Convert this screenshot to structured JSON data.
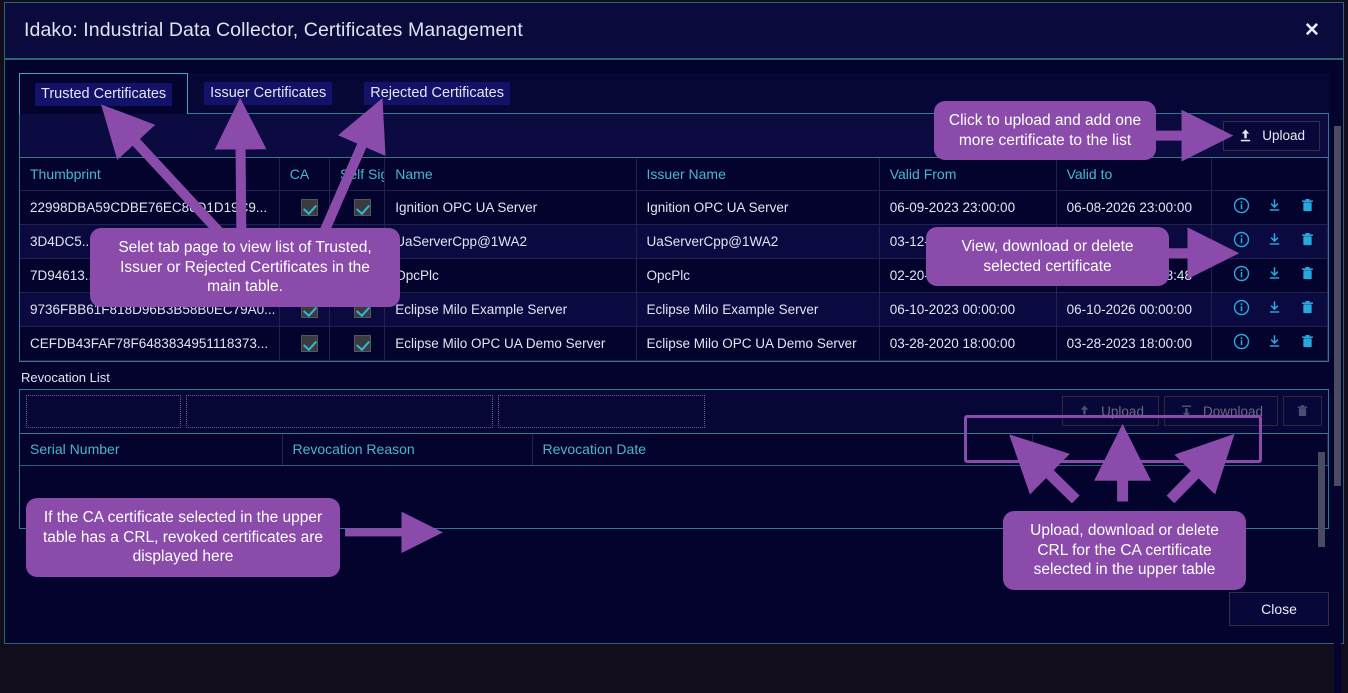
{
  "window": {
    "title": "Idako: Industrial Data Collector, Certificates Management",
    "close_icon": "close-icon"
  },
  "tabs": [
    {
      "label": "Trusted Certificates",
      "active": true
    },
    {
      "label": "Issuer Certificates",
      "active": false
    },
    {
      "label": "Rejected Certificates",
      "active": false
    }
  ],
  "toolbar": {
    "upload_label": "Upload",
    "upload_icon": "upload-icon"
  },
  "grid": {
    "columns": [
      "Thumbprint",
      "CA",
      "Self Sig",
      "Name",
      "Issuer Name",
      "Valid From",
      "Valid to",
      ""
    ],
    "rows": [
      {
        "thumbprint": "22998DBA59CDBE76EC86D1D19C9...",
        "ca": true,
        "self_signed": true,
        "name": "Ignition OPC UA Server",
        "issuer_name": "Ignition OPC UA Server",
        "valid_from": "06-09-2023 23:00:00",
        "valid_to": "06-08-2026 23:00:00"
      },
      {
        "thumbprint": "3D4DC5...",
        "ca": true,
        "self_signed": true,
        "name": "UaServerCpp@1WA2",
        "issuer_name": "UaServerCpp@1WA2",
        "valid_from": "03-12-2...",
        "valid_to": ""
      },
      {
        "thumbprint": "7D94613...",
        "ca": true,
        "self_signed": true,
        "name": "OpcPlc",
        "issuer_name": "OpcPlc",
        "valid_from": "02-20-2021 18:58:48",
        "valid_to": "02-20-2022 18:58:48"
      },
      {
        "thumbprint": "9736FBB61F818D96B3B58B0EC79A0...",
        "ca": true,
        "self_signed": true,
        "name": "Eclipse Milo Example Server",
        "issuer_name": "Eclipse Milo Example Server",
        "valid_from": "06-10-2023 00:00:00",
        "valid_to": "06-10-2026 00:00:00"
      },
      {
        "thumbprint": "CEFDB43FAF78F6483834951118373...",
        "ca": true,
        "self_signed": true,
        "name": "Eclipse Milo OPC UA Demo Server",
        "issuer_name": "Eclipse Milo OPC UA Demo Server",
        "valid_from": "03-28-2020 18:00:00",
        "valid_to": "03-28-2023 18:00:00"
      }
    ],
    "row_action_icons": [
      "info-icon",
      "download-icon",
      "delete-icon"
    ]
  },
  "revocation": {
    "section_label": "Revocation List",
    "filters": [
      {
        "name": "serial-number-filter",
        "value": "",
        "placeholder": ""
      },
      {
        "name": "revocation-reason-filter",
        "value": "",
        "placeholder": ""
      },
      {
        "name": "revocation-date-filter",
        "value": "",
        "placeholder": ""
      }
    ],
    "buttons": {
      "upload_label": "Upload",
      "download_label": "Download",
      "delete_icon": "delete-icon",
      "disabled": true
    },
    "columns": [
      "Serial Number",
      "Revocation Reason",
      "Revocation Date",
      ""
    ],
    "rows": []
  },
  "footer": {
    "close_label": "Close"
  },
  "annotations": [
    {
      "id": "tabs-note",
      "text": "Selet tab page to view list of Trusted, Issuer or Rejected Certificates in the main table."
    },
    {
      "id": "upload-note",
      "text": "Click to upload and add one more certificate to the list"
    },
    {
      "id": "row-actions-note",
      "text": "View, download or delete selected certificate"
    },
    {
      "id": "crl-table-note",
      "text": "If the CA certificate selected in the upper table has a CRL, revoked certificates are displayed here"
    },
    {
      "id": "crl-buttons-note",
      "text": "Upload, download or delete CRL for the CA certificate selected in the upper table"
    }
  ],
  "colors": {
    "accent_purple": "#8a4bab",
    "header_cyan": "#49b6cd",
    "panel_navy": "#03032e",
    "title_navy": "#0a0a3c",
    "border_teal": "#2f7a8c"
  }
}
